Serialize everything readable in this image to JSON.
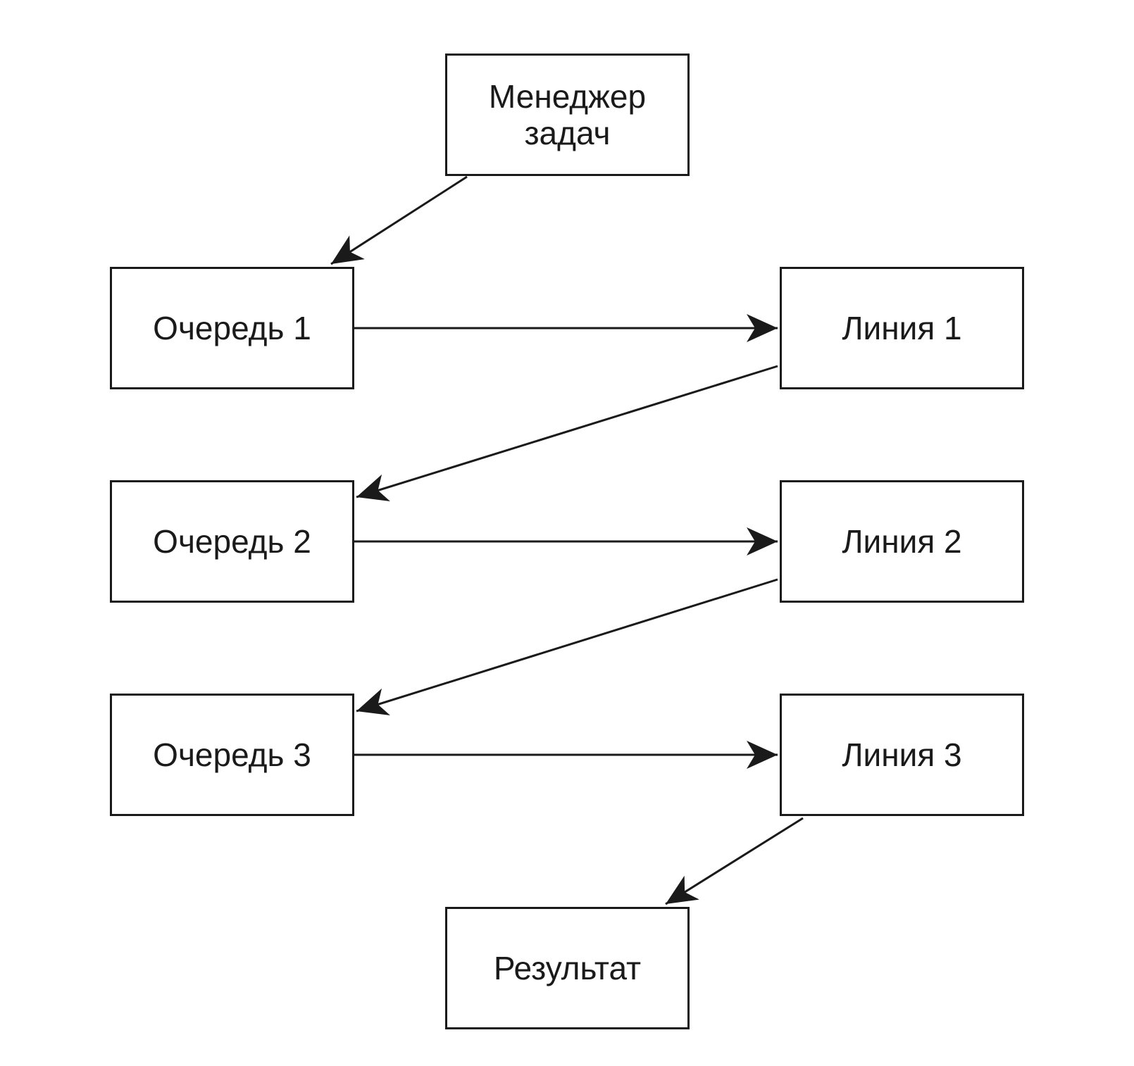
{
  "diagram": {
    "nodes": [
      {
        "id": "manager",
        "label": "Менеджер\nзадач"
      },
      {
        "id": "queue-1",
        "label": "Очередь 1"
      },
      {
        "id": "line-1",
        "label": "Линия 1"
      },
      {
        "id": "queue-2",
        "label": "Очередь 2"
      },
      {
        "id": "line-2",
        "label": "Линия 2"
      },
      {
        "id": "queue-3",
        "label": "Очередь 3"
      },
      {
        "id": "line-3",
        "label": "Линия 3"
      },
      {
        "id": "result",
        "label": "Результат"
      }
    ],
    "edges": [
      {
        "from": "manager",
        "to": "queue-1"
      },
      {
        "from": "queue-1",
        "to": "line-1"
      },
      {
        "from": "line-1",
        "to": "queue-2"
      },
      {
        "from": "queue-2",
        "to": "line-2"
      },
      {
        "from": "line-2",
        "to": "queue-3"
      },
      {
        "from": "queue-3",
        "to": "line-3"
      },
      {
        "from": "line-3",
        "to": "result"
      }
    ],
    "colors": {
      "stroke": "#1a1a1a",
      "fill": "#ffffff",
      "background": "#ffffff"
    }
  }
}
